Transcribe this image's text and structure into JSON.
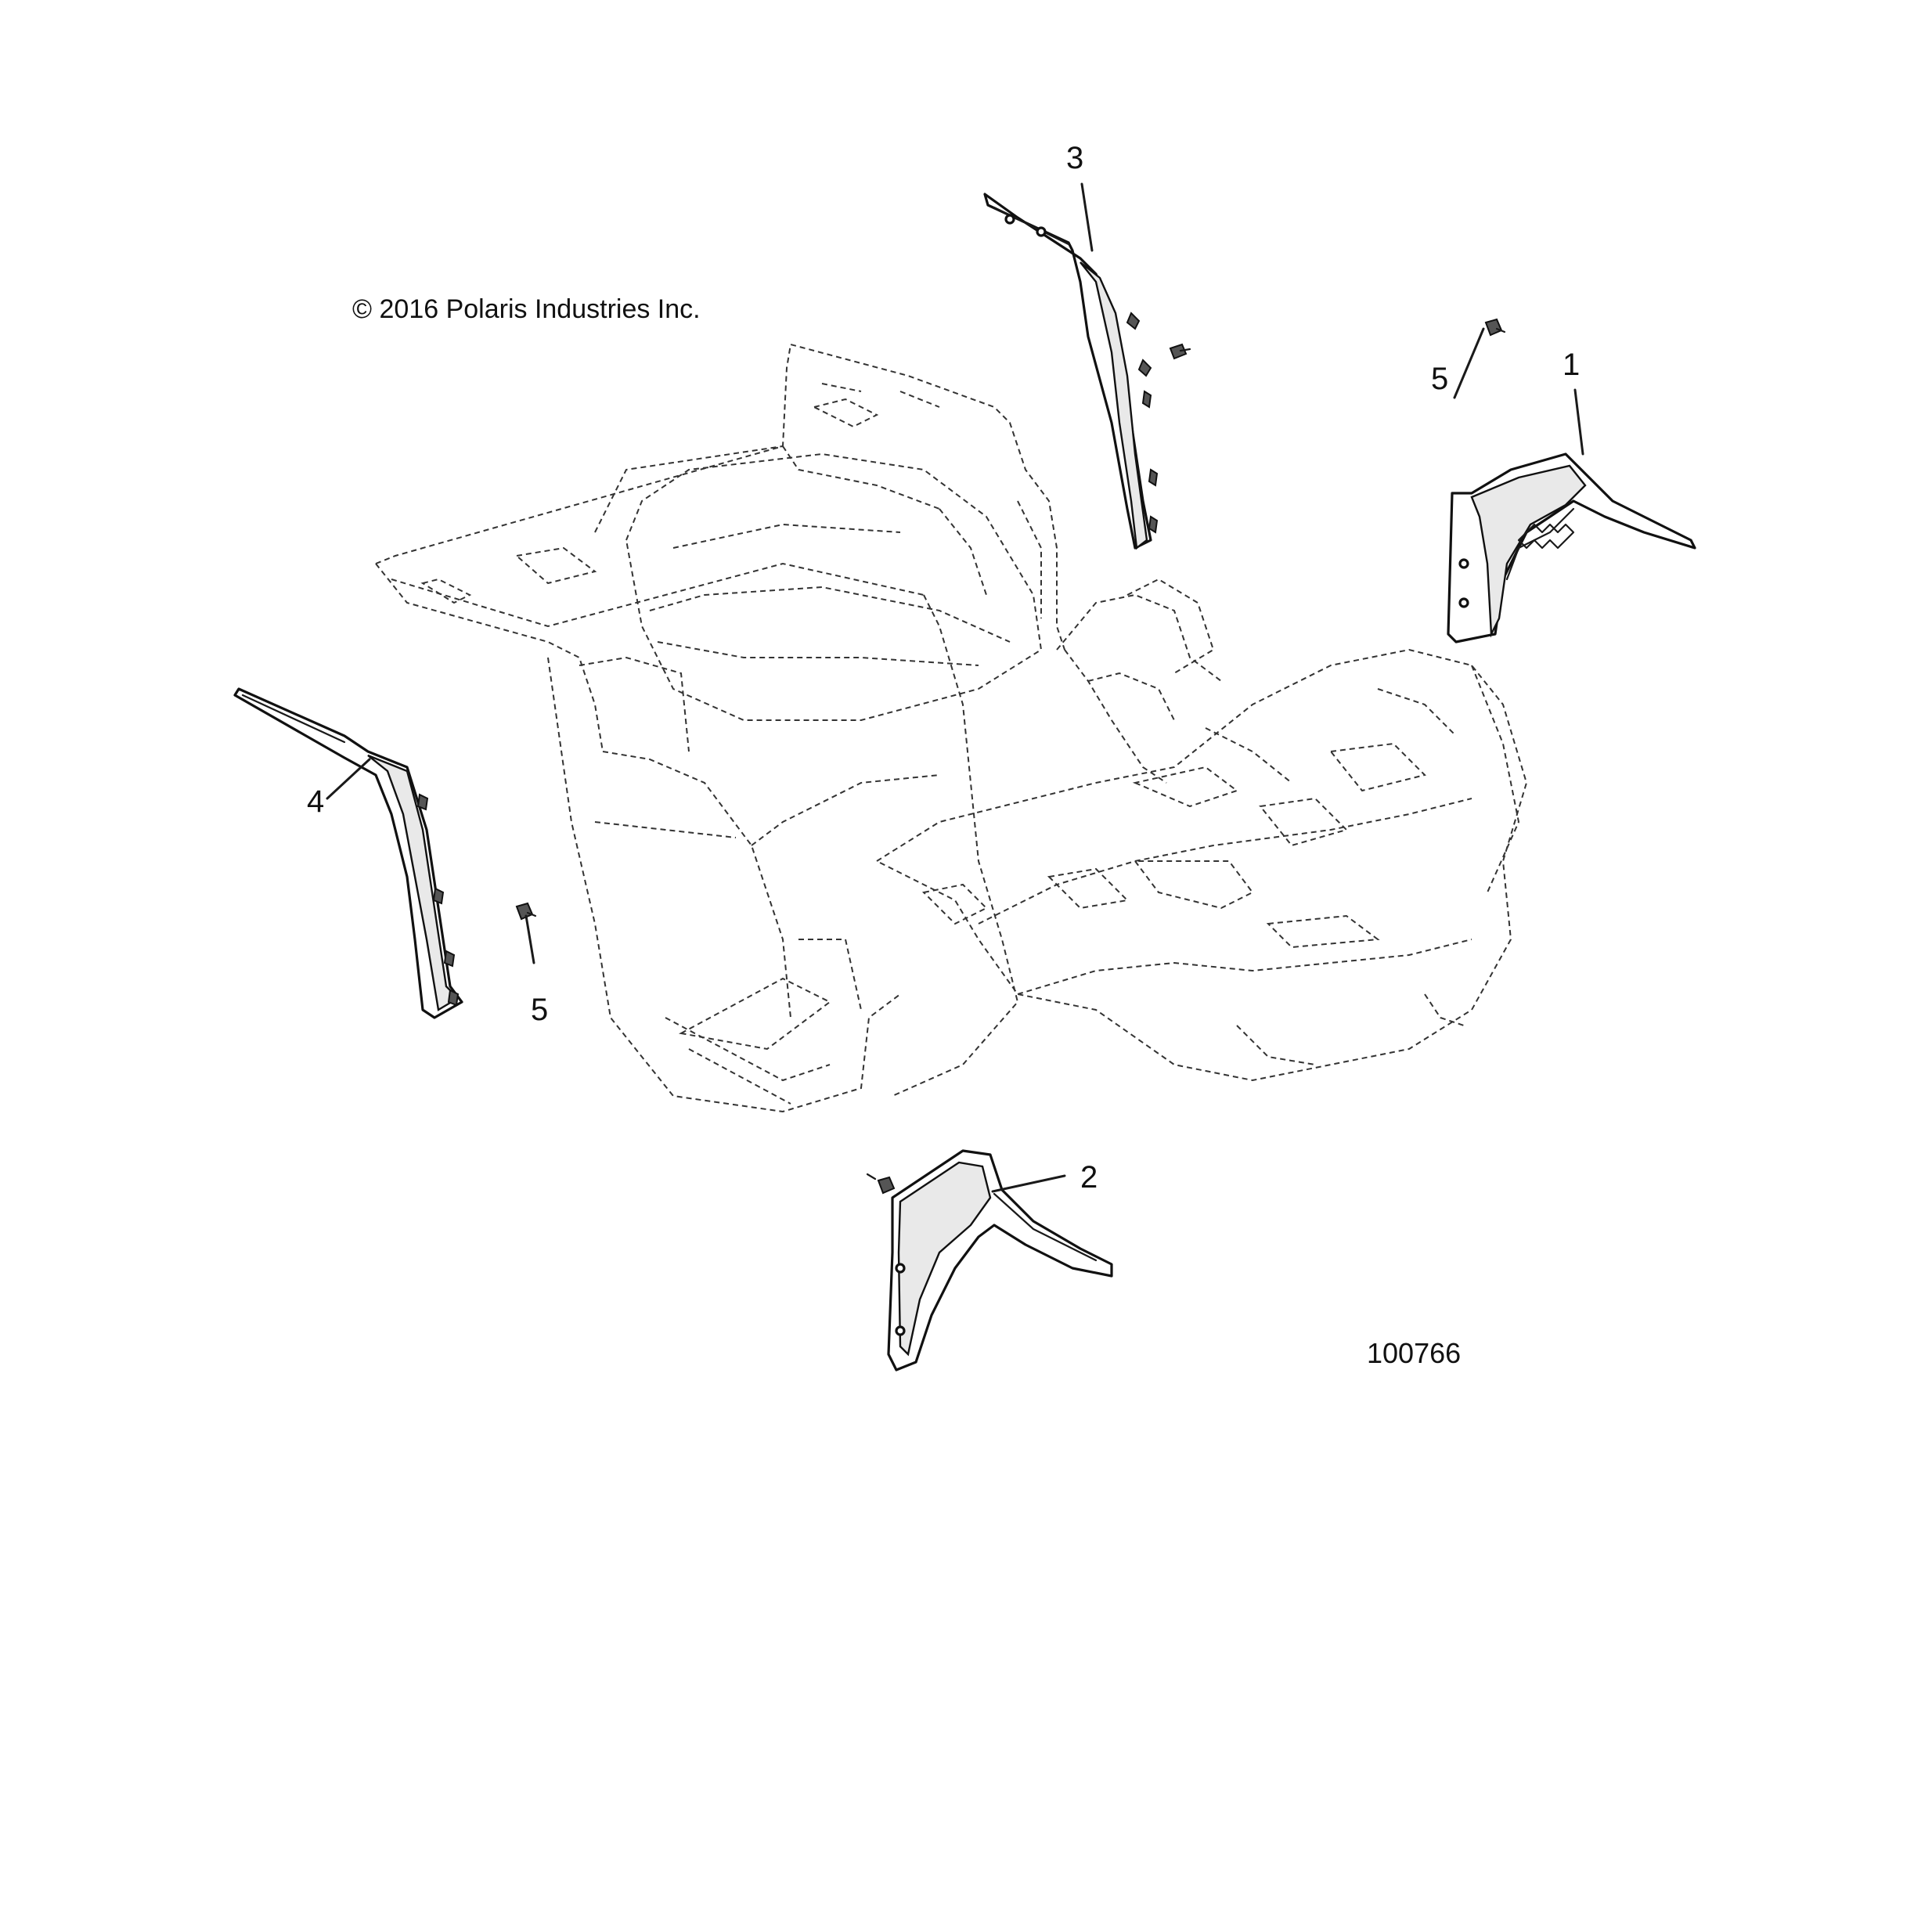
{
  "copyright": "© 2016 Polaris Industries Inc.",
  "figure_number": "100766",
  "callouts": [
    "1",
    "2",
    "3",
    "4",
    "5",
    "5"
  ]
}
